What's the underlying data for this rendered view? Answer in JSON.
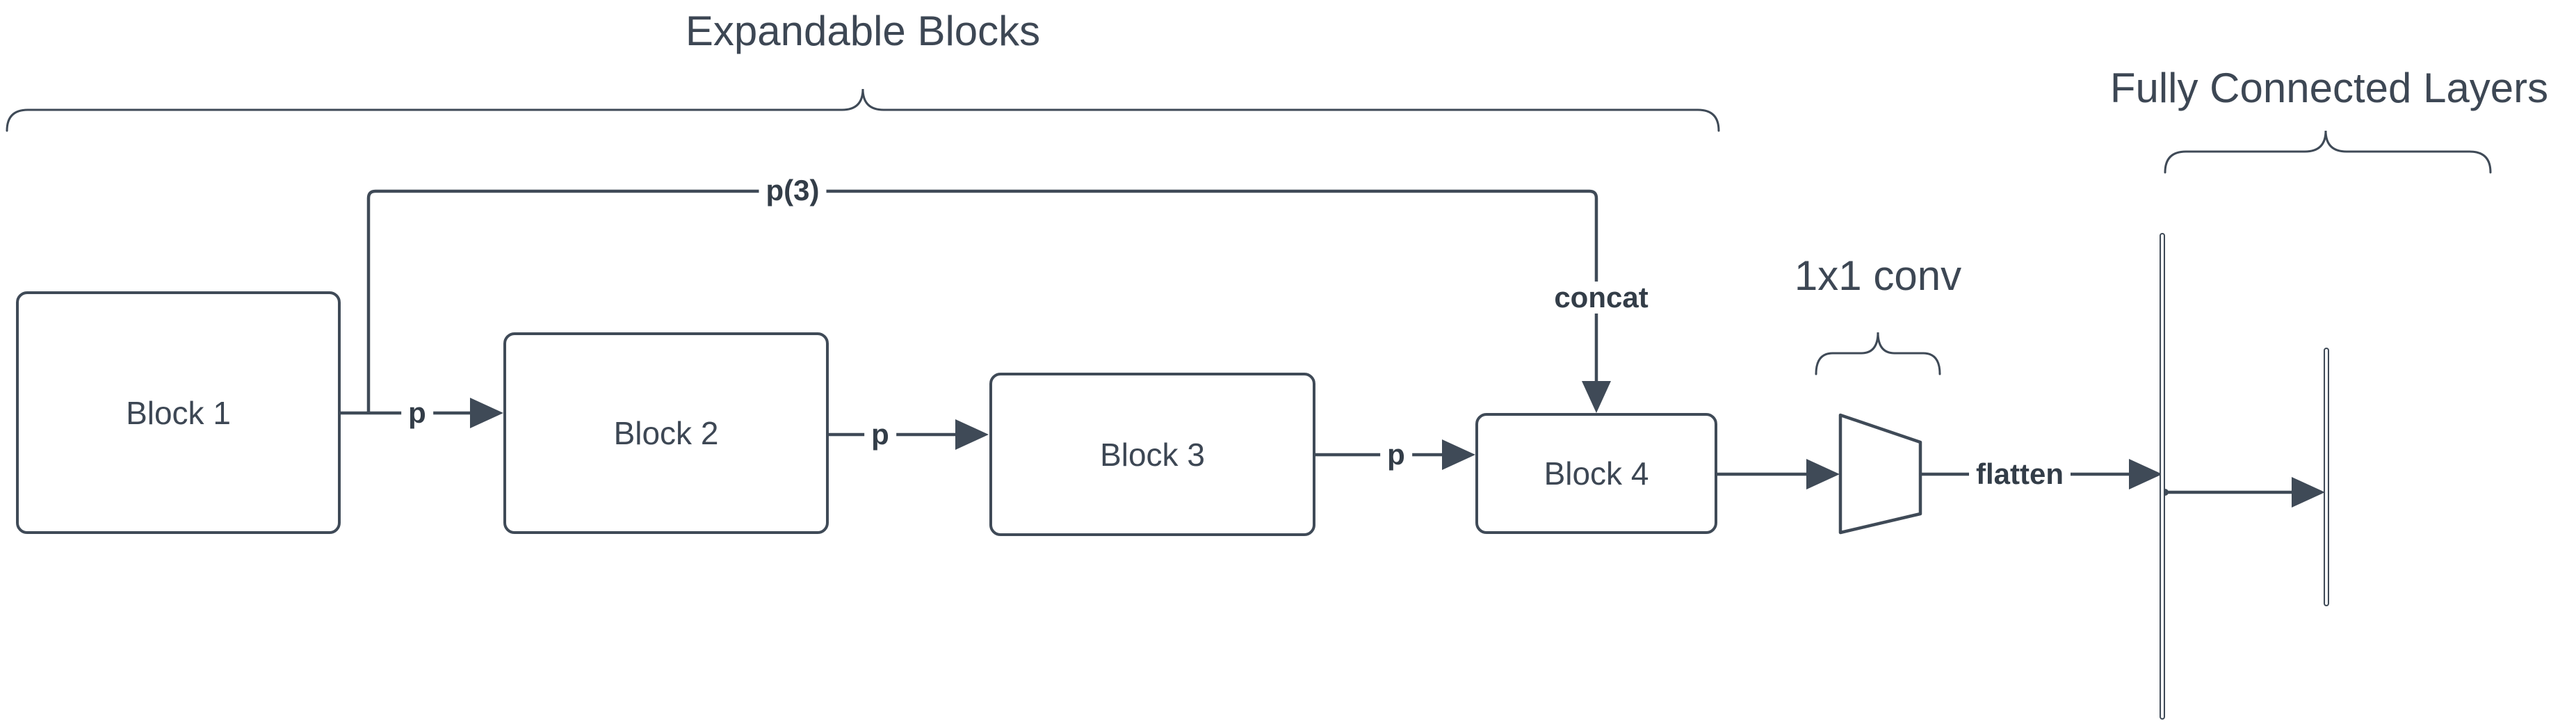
{
  "colors": {
    "stroke": "#3f4a57",
    "text": "#3d4754",
    "label": "#333d48",
    "canvas": "#ffffff"
  },
  "diagram": {
    "title_expandable": "Expandable Blocks",
    "title_fc": "Fully Connected Layers",
    "title_conv": "1x1 conv",
    "blocks": [
      {
        "label": "Block 1"
      },
      {
        "label": "Block 2"
      },
      {
        "label": "Block 3"
      },
      {
        "label": "Block 4"
      }
    ],
    "edges": {
      "p1": "p",
      "p2": "p",
      "p3": "p",
      "skip": "p(3)",
      "concat": "concat",
      "flatten": "flatten"
    }
  }
}
